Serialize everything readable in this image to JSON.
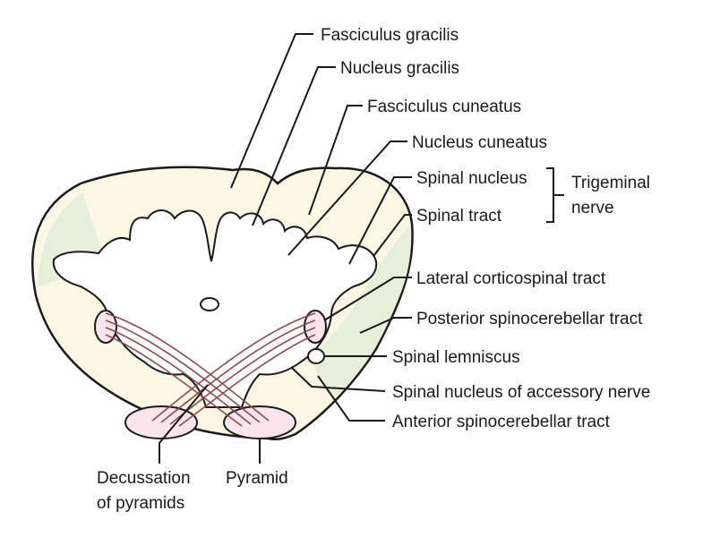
{
  "labels": {
    "fasciculus_gracilis": "Fasciculus gracilis",
    "nucleus_gracilis": "Nucleus gracilis",
    "fasciculus_cuneatus": "Fasciculus cuneatus",
    "nucleus_cuneatus": "Nucleus cuneatus",
    "spinal_nucleus": "Spinal nucleus",
    "spinal_tract": "Spinal tract",
    "trigeminal_line1": "Trigeminal",
    "trigeminal_line2": "nerve",
    "lateral_corticospinal": "Lateral corticospinal tract",
    "posterior_spinocerebellar": "Posterior spinocerebellar tract",
    "spinal_lemniscus": "Spinal lemniscus",
    "spinal_nucleus_accessory": "Spinal nucleus of accessory nerve",
    "anterior_spinocerebellar": "Anterior spinocerebellar tract",
    "decussation_line1": "Decussation",
    "decussation_line2": "of pyramids",
    "pyramid": "Pyramid"
  },
  "colors": {
    "outline": "#1a1a1a",
    "white_matter": "#fbf7e4",
    "gray_matter": "#ffffff",
    "lateral_tint": "#e6efd9",
    "pyramid_fill": "#fbe4ec",
    "decussation_fibers": "#8a4a52"
  }
}
